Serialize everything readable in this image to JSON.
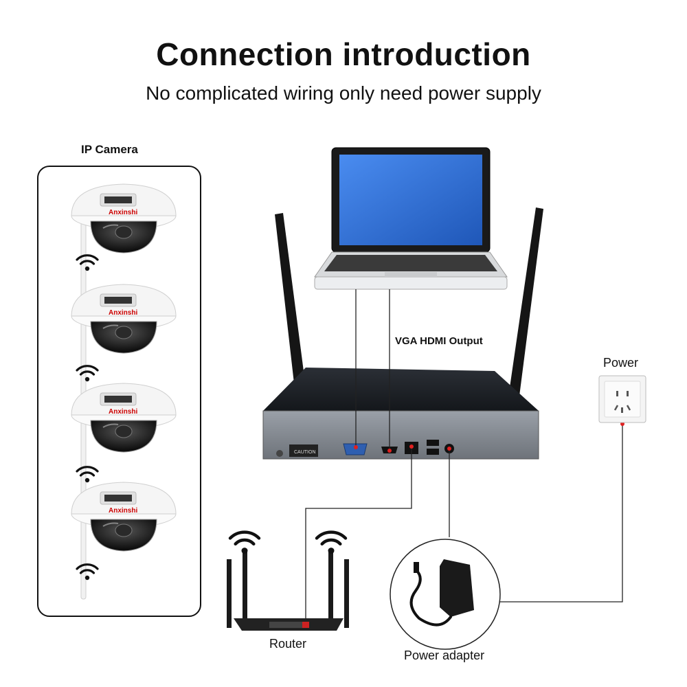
{
  "title": "Connection introduction",
  "subtitle": "No complicated wiring only need power supply",
  "ip_camera_label": "IP Camera",
  "camera_brand": "Anxinshi",
  "output_label": "VGA HDMI Output",
  "power_label": "Power",
  "router_label": "Router",
  "adapter_label": "Power adapter",
  "nvr_caution_text": "CAUTION",
  "icons": [
    "wifi-icon",
    "ip-camera",
    "laptop",
    "nvr-recorder",
    "router",
    "power-adapter",
    "wall-socket"
  ],
  "colors": {
    "connection_dot": "#e02020",
    "line": "#222222",
    "laptop_screen": "#2f6fd0"
  }
}
